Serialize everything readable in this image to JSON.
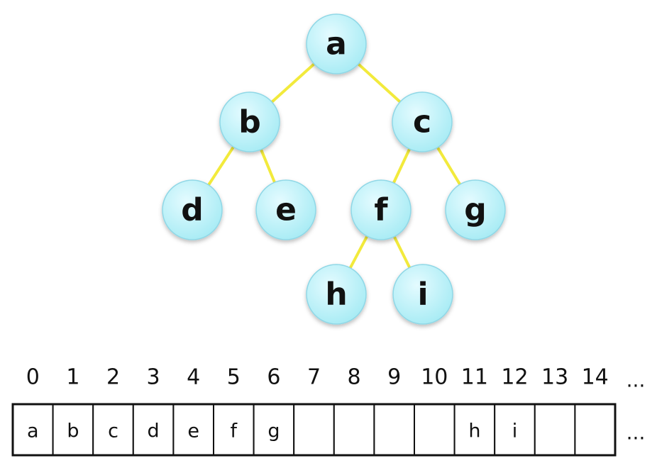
{
  "tree": {
    "nodes": [
      "a",
      "b",
      "c",
      "d",
      "e",
      "f",
      "g",
      "h",
      "i"
    ],
    "edges": [
      [
        "a",
        "b"
      ],
      [
        "a",
        "c"
      ],
      [
        "b",
        "d"
      ],
      [
        "b",
        "e"
      ],
      [
        "c",
        "f"
      ],
      [
        "c",
        "g"
      ],
      [
        "f",
        "h"
      ],
      [
        "f",
        "i"
      ]
    ]
  },
  "array": {
    "indices": [
      "0",
      "1",
      "2",
      "3",
      "4",
      "5",
      "6",
      "7",
      "8",
      "9",
      "10",
      "11",
      "12",
      "13",
      "14"
    ],
    "cells": [
      "a",
      "b",
      "c",
      "d",
      "e",
      "f",
      "g",
      "",
      "",
      "",
      "",
      "h",
      "i",
      "",
      ""
    ],
    "index_ellipsis": "...",
    "cell_ellipsis": "..."
  },
  "colors": {
    "edge": "#f2ea3c",
    "node_fill_top": "#e4fbff",
    "node_fill_bottom": "#a6ebf4",
    "node_stroke": "#8fd7e6",
    "cell_stroke": "#111111"
  }
}
